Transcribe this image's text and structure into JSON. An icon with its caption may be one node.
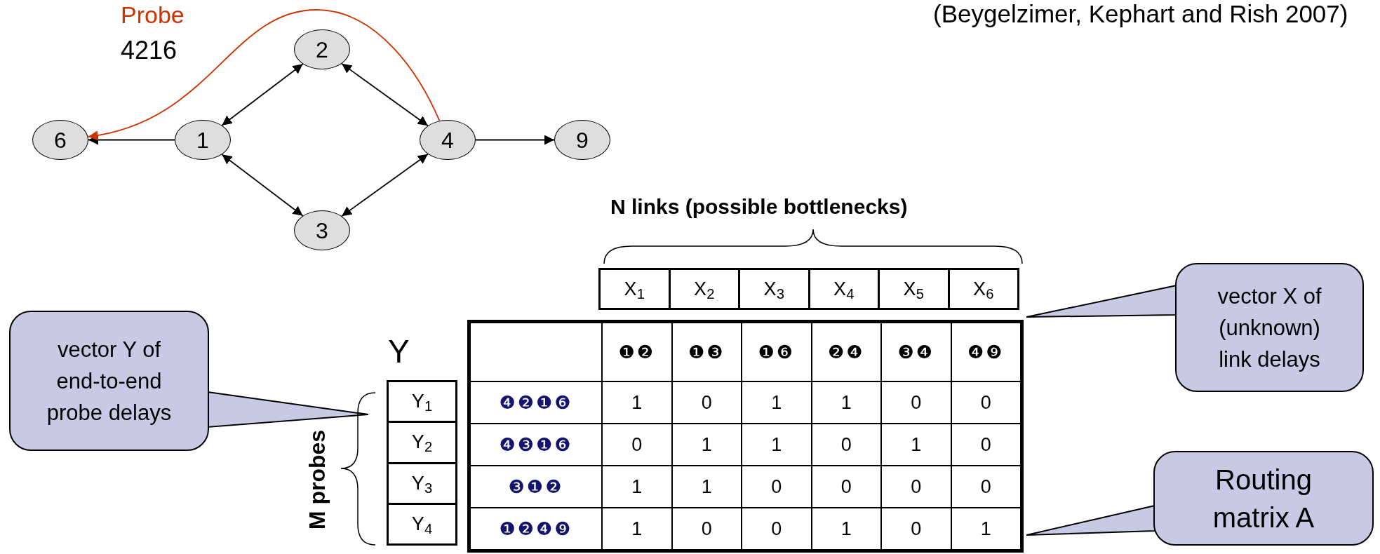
{
  "diagram": {
    "nodes": [
      {
        "text": [
          "6"
        ]
      },
      {
        "text": [
          "1"
        ]
      },
      {
        "text": [
          "2"
        ]
      },
      {
        "text": [
          "3"
        ]
      },
      {
        "text": [
          "4"
        ]
      },
      {
        "text": [
          "9"
        ]
      },
      {
        "text": [
          "vector Y of end-to-end probe delays"
        ]
      },
      {
        "text": [
          "vector X of (unknown) link delays"
        ]
      },
      {
        "text": [
          "Routing matrix A"
        ]
      }
    ],
    "edges": [
      {
        "from": 1,
        "to": 0,
        "arrow": "to"
      },
      {
        "from": 1,
        "to": 2,
        "arrow": "both"
      },
      {
        "from": 2,
        "to": 4,
        "arrow": "both"
      },
      {
        "from": 1,
        "to": 3,
        "arrow": "both"
      },
      {
        "from": 3,
        "to": 4,
        "arrow": "both"
      },
      {
        "from": 4,
        "to": 5,
        "arrow": "to"
      },
      {
        "from": 4,
        "to": 0,
        "arrow": "to",
        "color": "#cc3300"
      }
    ],
    "labels": [
      "Probe",
      "4216",
      "(Beygelzimer, Kephart and Rish 2007)",
      "N links (possible bottlenecks)",
      "X$_{1}$",
      "X$_{2}$",
      "X$_{3}$",
      "X$_{4}$",
      "X$_{5}$",
      "X$_{6}$",
      "Y",
      "❶❷",
      "❶❸",
      "❶❻",
      "❷❹",
      "❸❹",
      "❹❾",
      "Y$_{1}$",
      "❹❷❶❻",
      "1",
      "0",
      "1",
      "1",
      "0",
      "0",
      "Y$_{2}$",
      "❹❸❶❻",
      "0",
      "1",
      "1",
      "0",
      "1",
      "0",
      "Y$_{3}$",
      "❸❶❷",
      "1",
      "1",
      "0",
      "0",
      "0",
      "0",
      "Y$_{4}$",
      "❶❷❹❾",
      "1",
      "0",
      "0",
      "1",
      "0",
      "1",
      "M probes"
    ]
  }
}
